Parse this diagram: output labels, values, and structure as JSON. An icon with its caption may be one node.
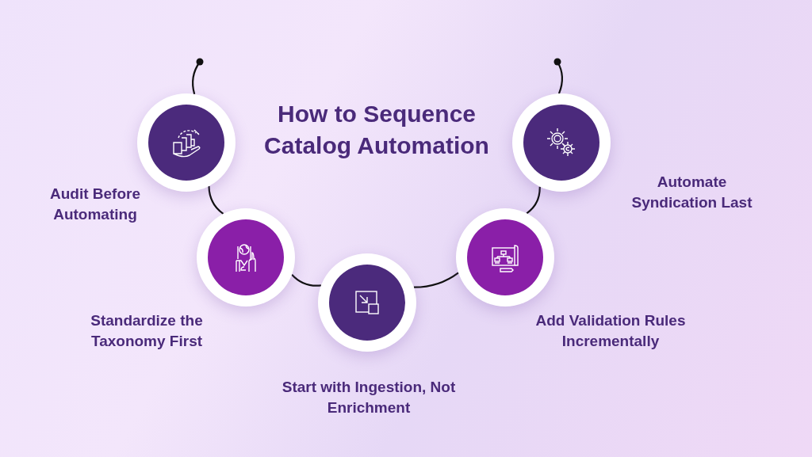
{
  "diagram": {
    "title": "How to Sequence Catalog Automation",
    "nodes": [
      {
        "text": [],
        "shape": "circle",
        "beside": [
          "Audit Before Automating"
        ]
      },
      {
        "text": [],
        "shape": "circle",
        "beside": [
          "Standardize the Taxonomy First"
        ]
      },
      {
        "text": [],
        "shape": "circle",
        "beside": [
          "Start with Ingestion, Not Enrichment"
        ]
      },
      {
        "text": [],
        "shape": "circle",
        "beside": [
          "Add Validation Rules Incrementally"
        ]
      },
      {
        "text": [],
        "shape": "circle",
        "beside": [
          "Automate Syndication Last"
        ]
      }
    ],
    "edges": [
      {
        "from": null,
        "to": 0,
        "arrow": "other"
      },
      {
        "from": 0,
        "to": 1,
        "arrow": "none"
      },
      {
        "from": 1,
        "to": 2,
        "arrow": "none"
      },
      {
        "from": 2,
        "to": 3,
        "arrow": "none"
      },
      {
        "from": 3,
        "to": 4,
        "arrow": "none"
      },
      {
        "from": 4,
        "to": null,
        "arrow": "other"
      }
    ]
  }
}
